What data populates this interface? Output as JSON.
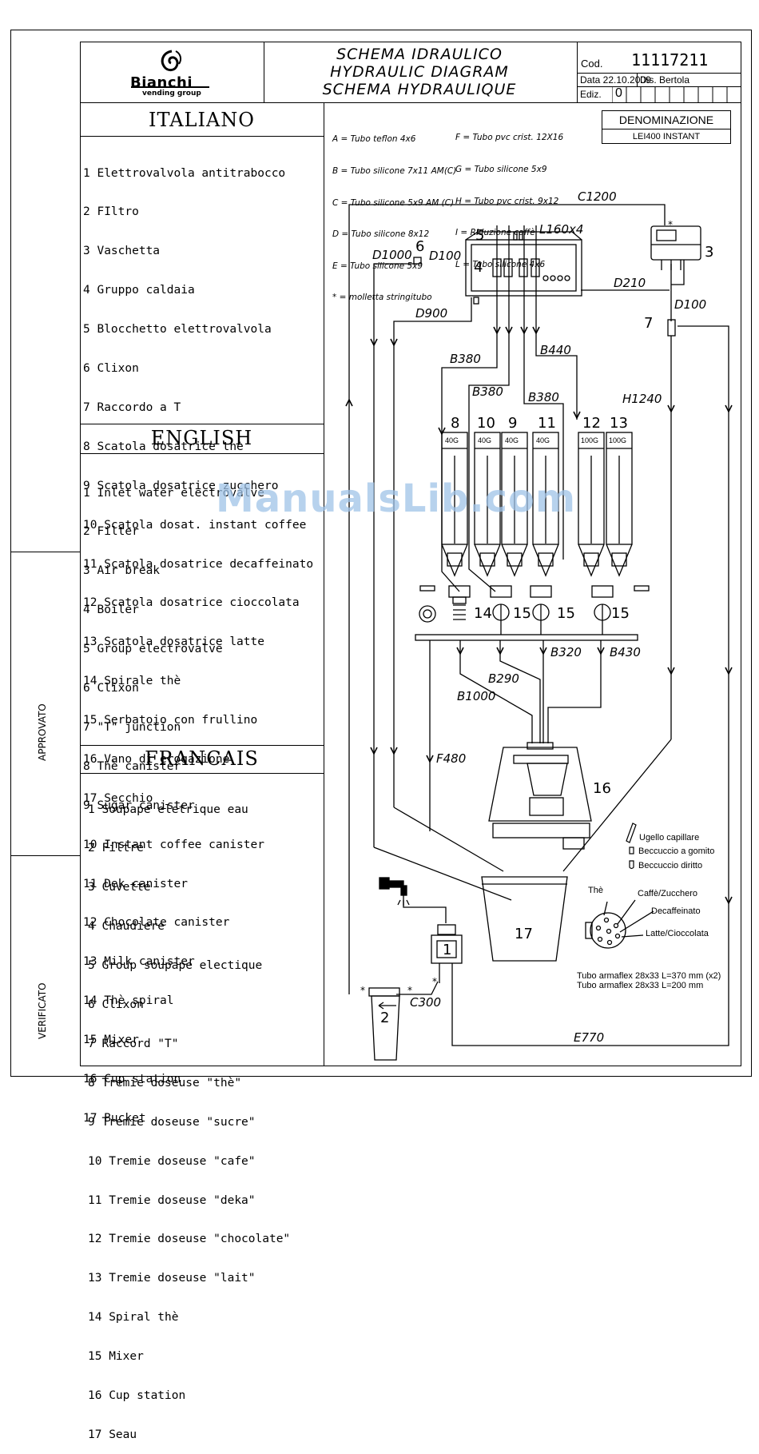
{
  "header": {
    "brand": "Bianchi",
    "brand_sub": "vending group",
    "title_it": "SCHEMA IDRAULICO",
    "title_en": "HYDRAULIC DIAGRAM",
    "title_fr": "SCHEMA HYDRAULIQUE",
    "cod_label": "Cod.",
    "cod_value": "11117211",
    "data_label": "Data 22.10.2009",
    "dis_label": "Dis. Bertola",
    "ediz_label": "Ediz.",
    "ediz_value": "0"
  },
  "side_labels": {
    "approvato": "APPROVATO",
    "verificato": "VERIFICATO"
  },
  "legend": {
    "italiano": {
      "title": "ITALIANO",
      "items": [
        "1 Elettrovalvola antitrabocco",
        "2 FIltro",
        "3 Vaschetta",
        "4 Gruppo caldaia",
        "5 Blocchetto elettrovalvola",
        "6 Clixon",
        "7 Raccordo a T",
        "8 Scatola dosatrice thè",
        "9 Scatola dosatrice zucchero",
        "10 Scatola dosat. instant coffee",
        "11 Scatola dosatrice decaffeinato",
        "12 Scatola dosatrice cioccolata",
        "13 Scatola dosatrice latte",
        "14 Spirale thè",
        "15 Serbatoio con frullino",
        "16 Vano di erogazione",
        "17 Secchio"
      ]
    },
    "english": {
      "title": "ENGLISH",
      "items": [
        "1 Inlet water electrovalve",
        "2 Filter",
        "3 Air break",
        "4 Boiler",
        "5 Group electrovalve",
        "6 Clixon",
        "7 \"T\" junction",
        "8 Thè canister",
        "9 Sugar canister",
        "10 Instant coffee canister",
        "11 Dek canister",
        "12 Chocolate canister",
        "13 Milk canister",
        "14 Thè spiral",
        "15 Mixer",
        "16 Cup station",
        "17 Bucket"
      ]
    },
    "francais": {
      "title": "FRANCAIS",
      "items": [
        "1 Soupape eletrique eau",
        "2 Filtre",
        "3 Cuvette",
        "4 Chaudiere",
        "5 Group soupape electique",
        "6 Clixon",
        "7 Raccord \"T\"",
        "8 Tremie doseuse \"thè\"",
        "9 Tremie doseuse \"sucre\"",
        "10 Tremie doseuse \"cafe\"",
        "11 Tremie doseuse \"deka\"",
        "12 Tremie doseuse \"chocolate\"",
        "13 Tremie doseuse \"lait\"",
        "14 Spiral thè",
        "15 Mixer",
        "16 Cup station",
        "17 Seau"
      ]
    }
  },
  "tubes": {
    "col1": [
      "A = Tubo teflon 4x6",
      "B = Tubo silicone 7x11 AM(C)",
      "C = Tubo silicone 5x9 AM (C)",
      "D = Tubo silicone 8x12",
      "E = Tubo silicone 5x9",
      "* = molletta stringitubo"
    ],
    "col2": [
      "F = Tubo pvc crist. 12X16",
      "G = Tubo silicone 5x9",
      "H = Tubo pvc crist. 9x12",
      "I = Riduzione caffè",
      "L = Tubo silicone 4x6"
    ]
  },
  "denominazione": {
    "label": "DENOMINAZIONE",
    "value": "LEI400 INSTANT"
  },
  "diagram": {
    "tube_labels": {
      "c1200": "C1200",
      "l160": "L160x4",
      "d1000": "D1000",
      "d100a": "D100",
      "d210": "D210",
      "d100b": "D100",
      "d900": "D900",
      "b380a": "B380",
      "b380b": "B380",
      "b380c": "B380",
      "b440": "B440",
      "h1240": "H1240",
      "b320": "B320",
      "b430": "B430",
      "b290": "B290",
      "b1000": "B1000",
      "f480": "F480",
      "c300": "C300",
      "e770": "E770"
    },
    "numbers": {
      "n1": "1",
      "n2": "2",
      "n3": "3",
      "n4": "4",
      "n5": "5",
      "n6": "6",
      "n7": "7",
      "n8": "8",
      "n10": "10",
      "n9": "9",
      "n11": "11",
      "n12": "12",
      "n13": "13",
      "n14": "14",
      "n15a": "15",
      "n15b": "15",
      "n15c": "15",
      "n16": "16",
      "n17": "17"
    },
    "canister_caps": {
      "c8": "40G",
      "c10": "40G",
      "c9": "40G",
      "c11": "40G",
      "c12": "100G",
      "c13": "100G"
    },
    "nozzle_legend": {
      "capillare": "Ugello capillare",
      "gomito": "Beccuccio a gomito",
      "diritto": "Beccuccio diritto"
    },
    "nozzle_head": {
      "the": "Thè",
      "caffe": "Caffè/Zucchero",
      "decaf": "Decaffeinato",
      "latte": "Latte/Cioccolata"
    },
    "armaflex": [
      "Tubo armaflex 28x33 L=370 mm (x2)",
      "Tubo armaflex 28x33 L=200 mm"
    ]
  },
  "watermark": "ManualsLib.com"
}
